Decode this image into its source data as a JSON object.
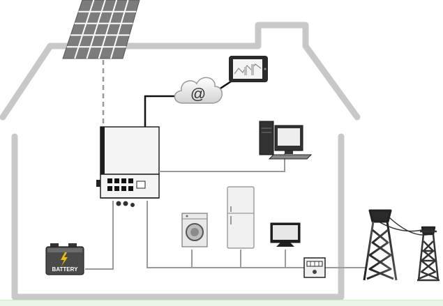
{
  "diagram": {
    "battery_label": "BATTERY",
    "cloud_label": "@",
    "components": [
      "solar-panel",
      "inverter",
      "cloud-internet",
      "tablet-monitor",
      "desktop-computer",
      "washing-machine",
      "refrigerator",
      "television",
      "energy-meter",
      "power-transmission-tower",
      "power-transmission-tower-small",
      "battery"
    ],
    "colors": {
      "house_outline": "#c8c8c8",
      "wiring": "#9a9a9a",
      "data_cable": "#111111",
      "solar_panel": "#7c7c7c",
      "inverter_body": "#f4f4f4",
      "outline": "#2b2b2b",
      "strip": "#eaf6e6"
    }
  }
}
